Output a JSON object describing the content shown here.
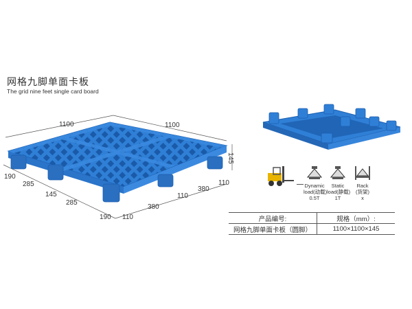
{
  "product": {
    "title_cn": "网格九脚单面卡板",
    "title_en": "The grid nine feet single card board"
  },
  "dimensions": {
    "top_left": "1100",
    "top_right": "1100",
    "height": "145",
    "left_side": [
      "190",
      "285",
      "145",
      "285",
      "190"
    ],
    "front_bottom": [
      "110",
      "380",
      "110"
    ],
    "right_side": [
      "110",
      "380",
      "110"
    ]
  },
  "load_icons": [
    {
      "name": "Dynamic",
      "sub": "load(动载)",
      "value": "0.5T"
    },
    {
      "name": "Static",
      "sub": "load(静载)",
      "value": "1T"
    },
    {
      "name": "Rack",
      "sub": "(货架)",
      "value": "x"
    }
  ],
  "spec_table": {
    "header": {
      "label": "产品编号:",
      "spec": "规格（mm）:"
    },
    "rows": [
      {
        "model": "网格九脚单面卡板（圆脚）",
        "size": "1100×1100×145"
      }
    ]
  },
  "colors": {
    "pallet_blue": "#2f7fd6",
    "pallet_dark": "#1c5fb0",
    "forklift_yellow": "#e8b400"
  }
}
